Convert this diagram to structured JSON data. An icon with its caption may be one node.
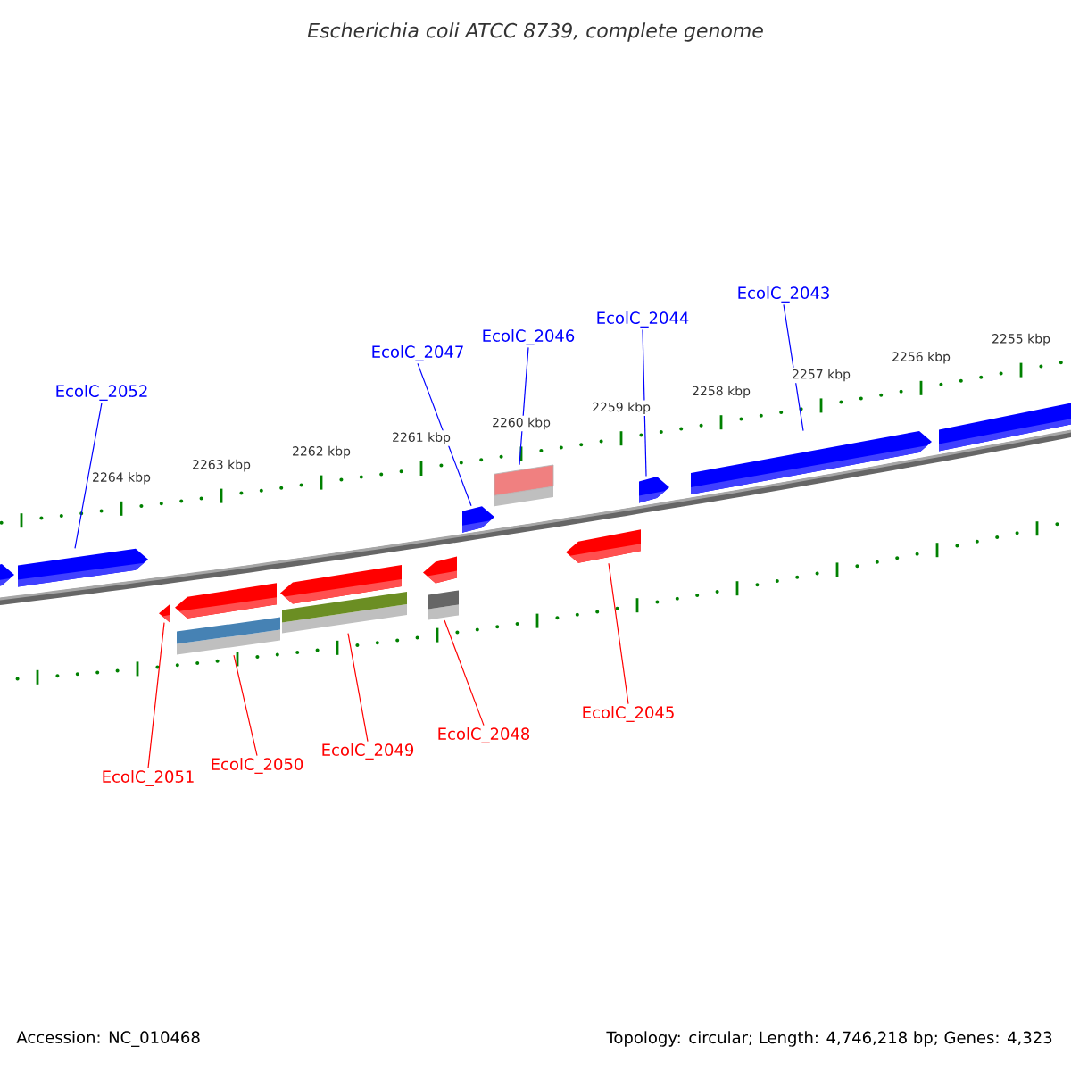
{
  "diagram": {
    "title": "Escherichia coli ATCC 8739, complete genome",
    "nodes": [
      {
        "text": [
          "EcolC_2052"
        ]
      },
      {
        "text": [
          "EcolC_2047"
        ]
      },
      {
        "text": [
          "EcolC_2046"
        ]
      },
      {
        "text": [
          "EcolC_2044"
        ]
      },
      {
        "text": [
          "EcolC_2043"
        ]
      },
      {
        "text": [
          "EcolC_2051"
        ]
      },
      {
        "text": [
          "EcolC_2050"
        ]
      },
      {
        "text": [
          "EcolC_2049"
        ]
      },
      {
        "text": [
          "EcolC_2048"
        ]
      },
      {
        "text": [
          "EcolC_2045"
        ]
      },
      {
        "text": [],
        "shape": "bar"
      },
      {
        "text": [],
        "shape": "bar"
      },
      {
        "text": [],
        "shape": "bar"
      },
      {
        "text": [],
        "shape": "bar"
      },
      {
        "text": [],
        "shape": "bar"
      },
      {
        "text": [],
        "shape": "bar"
      },
      {
        "text": [],
        "shape": "bar"
      },
      {
        "text": [],
        "shape": "bar"
      },
      {
        "text": [],
        "shape": "bar"
      },
      {
        "text": [],
        "shape": "bar"
      },
      {
        "text": [],
        "shape": "box"
      },
      {
        "text": [],
        "shape": "bar"
      },
      {
        "text": [],
        "shape": "bar"
      },
      {
        "text": [],
        "shape": "bar"
      },
      {
        "text": [],
        "shape": "bar"
      }
    ],
    "edges": [
      {
        "from": 0,
        "to": 11,
        "arrow": "none",
        "color": "#0000ff"
      },
      {
        "from": 1,
        "to": 19,
        "arrow": "none",
        "color": "#0000ff"
      },
      {
        "from": 2,
        "to": 20,
        "arrow": "none",
        "color": "#0000ff"
      },
      {
        "from": 3,
        "to": 22,
        "arrow": "none",
        "color": "#0000ff"
      },
      {
        "from": 4,
        "to": 23,
        "arrow": "none",
        "color": "#0000ff"
      },
      {
        "from": 5,
        "to": 12,
        "arrow": "none",
        "color": "#ff0000"
      },
      {
        "from": 6,
        "to": 14,
        "arrow": "none",
        "color": "#ff0000"
      },
      {
        "from": 7,
        "to": 16,
        "arrow": "none",
        "color": "#ff0000"
      },
      {
        "from": 8,
        "to": 18,
        "arrow": "none",
        "color": "#ff0000"
      },
      {
        "from": 9,
        "to": 21,
        "arrow": "none",
        "color": "#ff0000"
      }
    ],
    "labels": [
      "2264 kbp",
      "2263 kbp",
      "2262 kbp",
      "2261 kbp",
      "2260 kbp",
      "2259 kbp",
      "2258 kbp",
      "2257 kbp",
      "2256 kbp",
      "2255 kbp",
      "Accession: NC_010468",
      "Topology: circular; Length: 4,746,218 bp; Genes: 4,323"
    ]
  }
}
